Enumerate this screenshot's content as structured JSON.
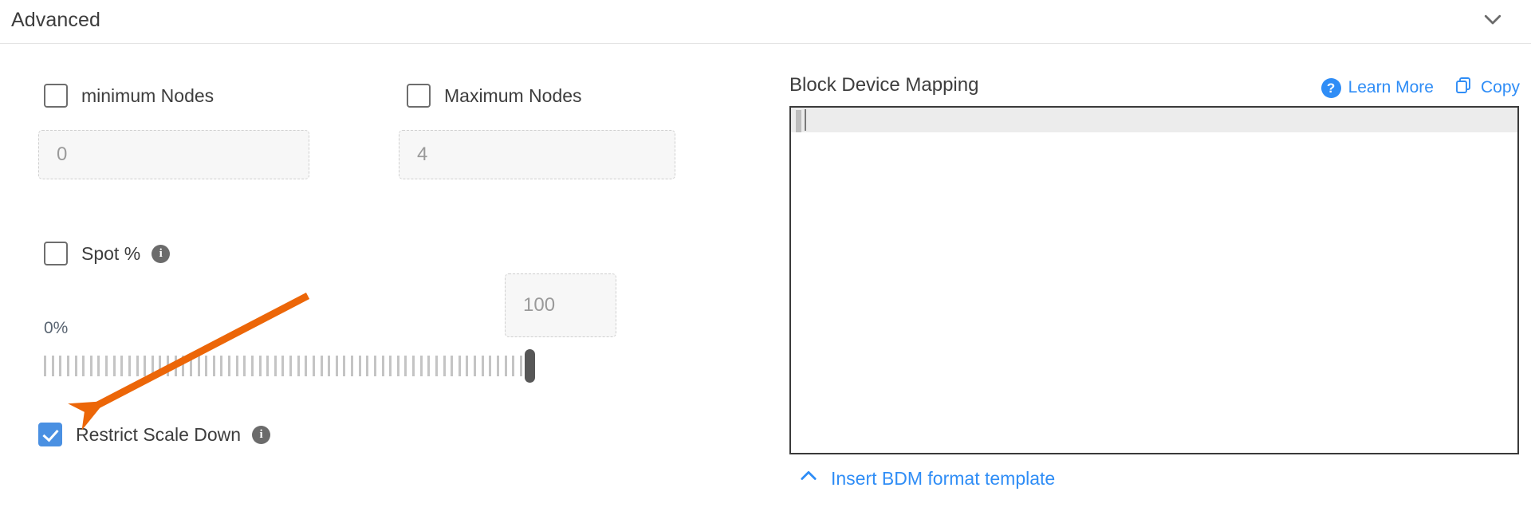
{
  "header": {
    "title": "Advanced",
    "collapse_icon": "chevron-down-icon"
  },
  "left": {
    "min_nodes": {
      "label": "minimum Nodes",
      "checked": false,
      "input_placeholder": "0",
      "input_value": ""
    },
    "max_nodes": {
      "label": "Maximum Nodes",
      "checked": false,
      "input_placeholder": "4",
      "input_value": ""
    },
    "spot": {
      "label": "Spot %",
      "checked": false,
      "info_icon": "info-icon",
      "info_glyph": "i"
    },
    "slider": {
      "min_label": "0%",
      "max_label": "100%",
      "min_value": 0,
      "max_value": 100,
      "current_value": 100,
      "tick_count": 64,
      "input_placeholder": "100",
      "input_value": ""
    },
    "restrict_scale_down": {
      "label": "Restrict Scale Down",
      "checked": true,
      "info_icon": "info-icon",
      "info_glyph": "i"
    }
  },
  "right": {
    "title": "Block Device Mapping",
    "learn_more": {
      "label": "Learn More",
      "icon": "help-circle-icon",
      "glyph": "?"
    },
    "copy": {
      "label": "Copy",
      "icon": "copy-icon"
    },
    "editor": {
      "content": "",
      "placeholder": ""
    },
    "footer_link": {
      "label": "Insert BDM format template",
      "icon": "chevron-up-icon"
    }
  },
  "annotation": {
    "type": "arrow",
    "color": "#ec6608",
    "points_to": "restrict-scale-down-checkbox"
  },
  "colors": {
    "accent_blue": "#2f8df6",
    "checkbox_checked": "#4a90e2",
    "annotation_orange": "#ec6608",
    "text_primary": "#3d3d3d",
    "text_muted": "#9a9a9a",
    "slider_tick": "#c4c4c4",
    "slider_thumb": "#575757"
  }
}
